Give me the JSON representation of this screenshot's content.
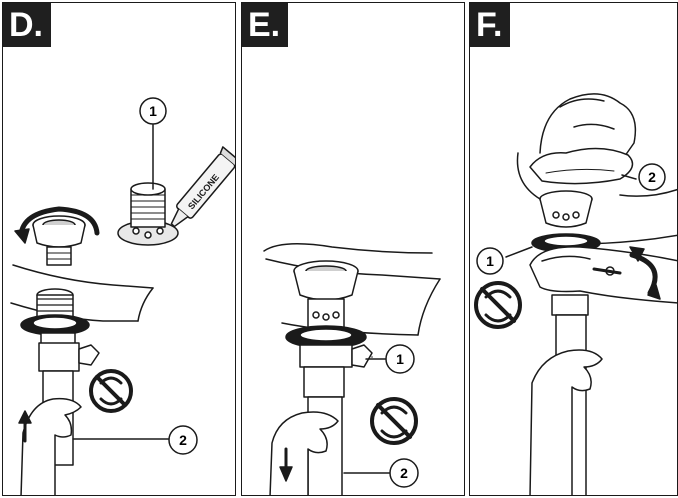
{
  "panels": [
    {
      "label": "D."
    },
    {
      "label": "E."
    },
    {
      "label": "F."
    }
  ],
  "tube_text": "SILICONE",
  "callouts": {
    "d1": "1",
    "d2": "2",
    "e1": "1",
    "e2": "2",
    "f1": "1",
    "f2": "2"
  },
  "colors": {
    "ink": "#1a1a1a",
    "tag_bg": "#1f1f1f",
    "gray": "#bdbdbd"
  }
}
